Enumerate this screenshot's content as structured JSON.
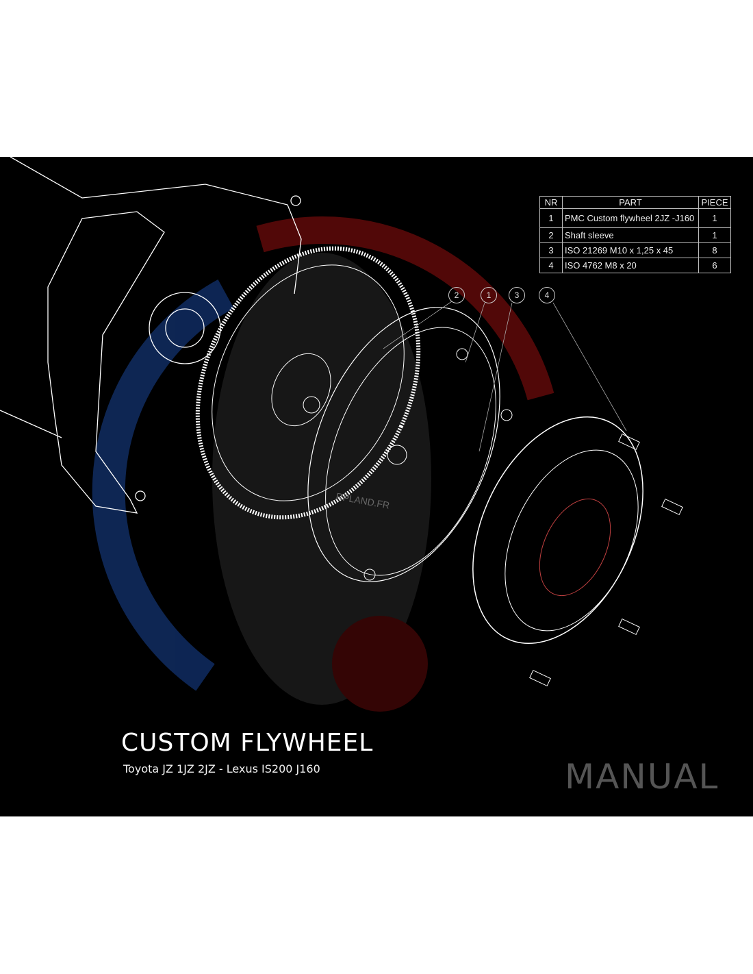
{
  "parts_table": {
    "headers": [
      "NR",
      "PART",
      "PIECE"
    ],
    "rows": [
      {
        "nr": "1",
        "part": "PMC Custom flywheel 2JZ -J160",
        "piece": "1"
      },
      {
        "nr": "2",
        "part": "Shaft sleeve",
        "piece": "1"
      },
      {
        "nr": "3",
        "part": "ISO 21269 M10 x 1,25 x 45",
        "piece": "8"
      },
      {
        "nr": "4",
        "part": "ISO 4762 M8 x 20",
        "piece": "6"
      }
    ]
  },
  "callouts": [
    "2",
    "1",
    "3",
    "4"
  ],
  "title": "CUSTOM FLYWHEEL",
  "subtitle": "Toyota JZ 1JZ 2JZ - Lexus IS200 J160",
  "badge": "MANUAL",
  "watermark": "RPLAND.FR",
  "colors": {
    "background": "#000000",
    "logo_blue": "#0f2a5c",
    "logo_red": "#6a0a0a",
    "line": "#ffffff"
  }
}
